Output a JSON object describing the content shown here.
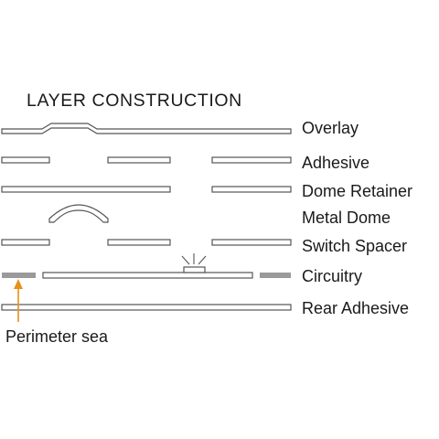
{
  "title": "LAYER CONSTRUCTION",
  "layers": [
    {
      "label": "Overlay"
    },
    {
      "label": "Adhesive"
    },
    {
      "label": "Dome Retainer"
    },
    {
      "label": "Metal Dome"
    },
    {
      "label": "Switch Spacer"
    },
    {
      "label": "Circuitry"
    },
    {
      "label": "Rear Adhesive"
    }
  ],
  "callout": {
    "label": "Perimeter sea"
  },
  "colors": {
    "line": "#555555",
    "perimeter_seal": "#9a9a9a",
    "arrow": "#e8901a",
    "text": "#1a1a1a"
  }
}
